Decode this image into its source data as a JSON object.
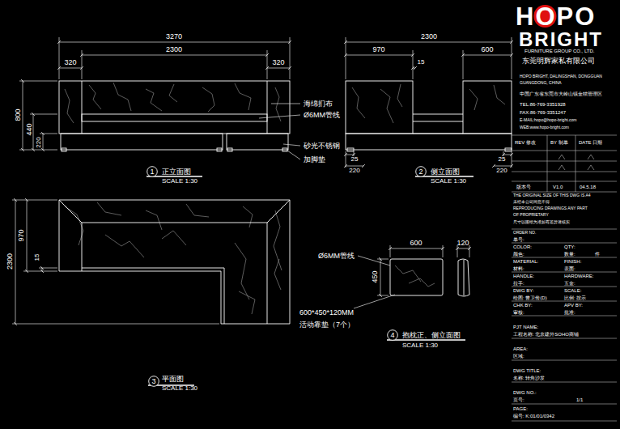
{
  "diagram": {
    "nodes": [
      {
        "text": [
          "1"
        ]
      },
      {
        "text": [
          "2"
        ]
      },
      {
        "text": [
          "3"
        ]
      },
      {
        "text": [
          "4"
        ]
      }
    ],
    "labels": [
      "3270",
      "2300",
      "320",
      "320",
      "800",
      "440",
      "220",
      "海绵扪布",
      "Ø6MM管线",
      "砂光不锈钢",
      "加脚垫",
      "正立面图",
      "SCALE 1:30",
      "2300",
      "970",
      "600",
      "15",
      "25",
      "220",
      "25",
      "220",
      "侧立面图",
      "SCALE 1:30",
      "970",
      "15",
      "2300",
      "平面图",
      "SCALE 1:30",
      "600",
      "120",
      "450",
      "Ø6MM管线",
      "600*450*120MM",
      "活动靠垫（7个）",
      "抱枕正、侧立面图",
      "SCALE 1:30",
      "HOPO",
      "BRIGHT",
      "FURNITURE GROUP CO., LTD.",
      "东莞明辉家私有限公司",
      "HOPO BRIGHT, DALINGSHAN, DONGGUAN",
      "GUANGDONG, CHINA",
      "中国广东省东莞市大岭山镇金桔管理区",
      "TEL:86-769-3351928",
      "FAX:86-769-3351247",
      "E-MAIL:hopo@hopo-bright.com",
      "WEB:www.hopo-bright.com",
      "REV 修改",
      "BY 制单",
      "DATE 日期",
      "版本号",
      "V1.0",
      "04.5.18",
      "THE ORIGINAL SIZE OF THIS DWG IS A4",
      "未经本公司同意不得",
      "REPRODUCING DRAWINGS ANY PART",
      "OF PROPRIETARY",
      "尺寸以图纸为准如有差异请核实",
      "ORDER NO.",
      "单号:",
      "COLOR:",
      "QTY:",
      "颜色:",
      "数量:",
      "件",
      "MATERIAL:",
      "FINISH:",
      "材料:",
      "表面:",
      "HANDLE:",
      "HARDWARE:",
      "拉手:",
      "五金:",
      "DWG BY:",
      "SCALE:",
      "绘图: 曾卫俭(D)",
      "比例: 按示",
      "CHK BY:",
      "APV BY:",
      "审核:",
      "批准:",
      "PJT NAME:",
      "工程名称: 北京建外SOHO商铺",
      "AREA:",
      "区域:",
      "DWG TITLE:",
      "名称: 转角沙发",
      "DWG NO.:",
      "页号:",
      "1/1",
      "PAGE:",
      "编号: K:01/01/0342"
    ]
  }
}
